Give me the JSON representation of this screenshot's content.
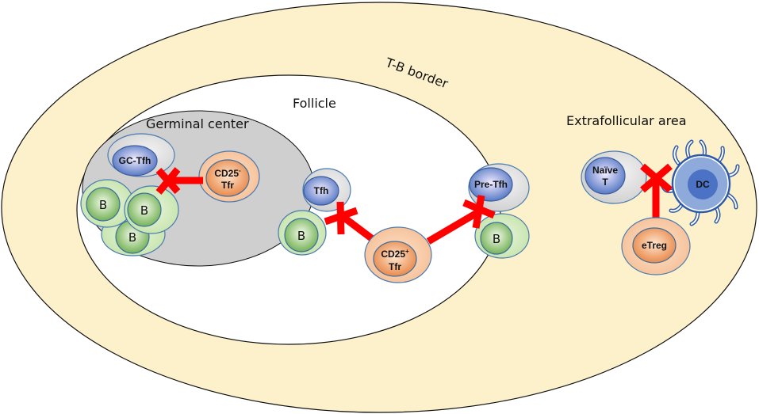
{
  "regions": {
    "extrafollicular": "Extrafollicular area",
    "tb_border": "T-B border",
    "follicle": "Follicle",
    "germinal_center": "Germinal center"
  },
  "cells": {
    "gc_tfh": "GC-Tfh",
    "cd25neg_tfr": {
      "line1": "CD25",
      "sup": "-",
      "line2": "Tfr"
    },
    "b": "B",
    "tfh": "Tfh",
    "cd25pos_tfr": {
      "line1": "CD25",
      "sup": "+",
      "line2": "Tfr"
    },
    "pre_tfh": "Pre-Tfh",
    "naive_t": {
      "line1": "Naïve",
      "line2": "T"
    },
    "dc": "DC",
    "etreg": "eTreg"
  },
  "colors": {
    "background_area": "#fdf1cb",
    "inhibition": "#ff0000",
    "t_cell": "#4a6fc1",
    "b_cell": "#6fae4f",
    "treg": "#e9874a",
    "germinal_center": "#d0cfcf"
  }
}
